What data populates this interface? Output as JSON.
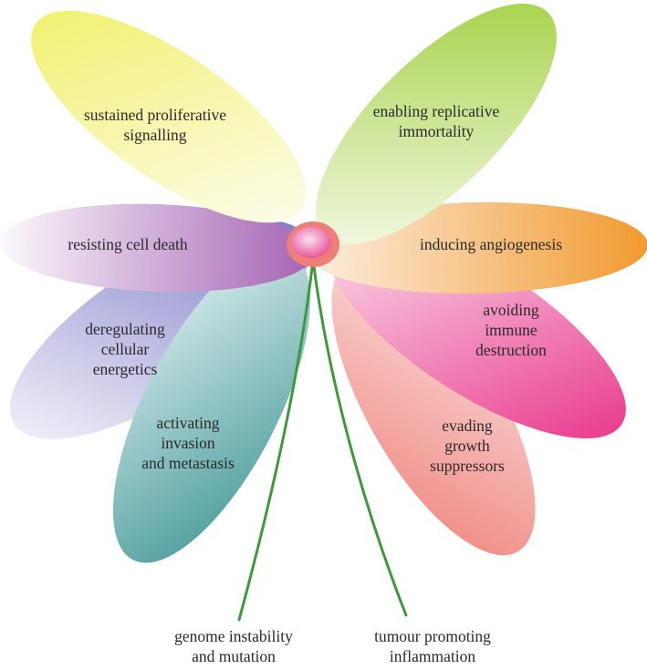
{
  "petals": [
    {
      "id": "sustained",
      "label_lines": [
        "sustained proliferative",
        "signalling"
      ],
      "color_center": "#fdfdf1",
      "color_tip": "#f1f06a"
    },
    {
      "id": "replicative",
      "label_lines": [
        "enabling replicative",
        "immortality"
      ],
      "color_center": "#fbfdf4",
      "color_tip": "#9fcf3a"
    },
    {
      "id": "cell-death",
      "label_lines": [
        "resisting cell death"
      ],
      "color_center": "#a463b3",
      "color_tip": "#fbf8fc"
    },
    {
      "id": "angiogenesis",
      "label_lines": [
        "inducing angiogenesis"
      ],
      "color_center": "#fcefe2",
      "color_tip": "#f29a30"
    },
    {
      "id": "energetics",
      "label_lines": [
        "deregulating",
        "cellular",
        "energetics"
      ],
      "color_center": "#7a78c6",
      "color_tip": "#f6f6fb"
    },
    {
      "id": "immune",
      "label_lines": [
        "avoiding",
        "immune",
        "destruction"
      ],
      "color_center": "#fbe6f0",
      "color_tip": "#e8338a"
    },
    {
      "id": "invasion",
      "label_lines": [
        "activating",
        "invasion",
        "and metastasis"
      ],
      "color_center": "#f3fbfb",
      "color_tip": "#2f8c8c"
    },
    {
      "id": "growth-suppressors",
      "label_lines": [
        "evading",
        "growth",
        "suppressors"
      ],
      "color_center": "#fdf0ef",
      "color_tip": "#ee7a72"
    }
  ],
  "stems": [
    {
      "id": "genome",
      "label_lines": [
        "genome instability",
        "and mutation"
      ]
    },
    {
      "id": "inflammation",
      "label_lines": [
        "tumour promoting",
        "inflammation"
      ]
    }
  ],
  "colors": {
    "stem": "#3d9a3a",
    "center_outer": "#ee7f78",
    "center_inner": "#e8579a"
  }
}
